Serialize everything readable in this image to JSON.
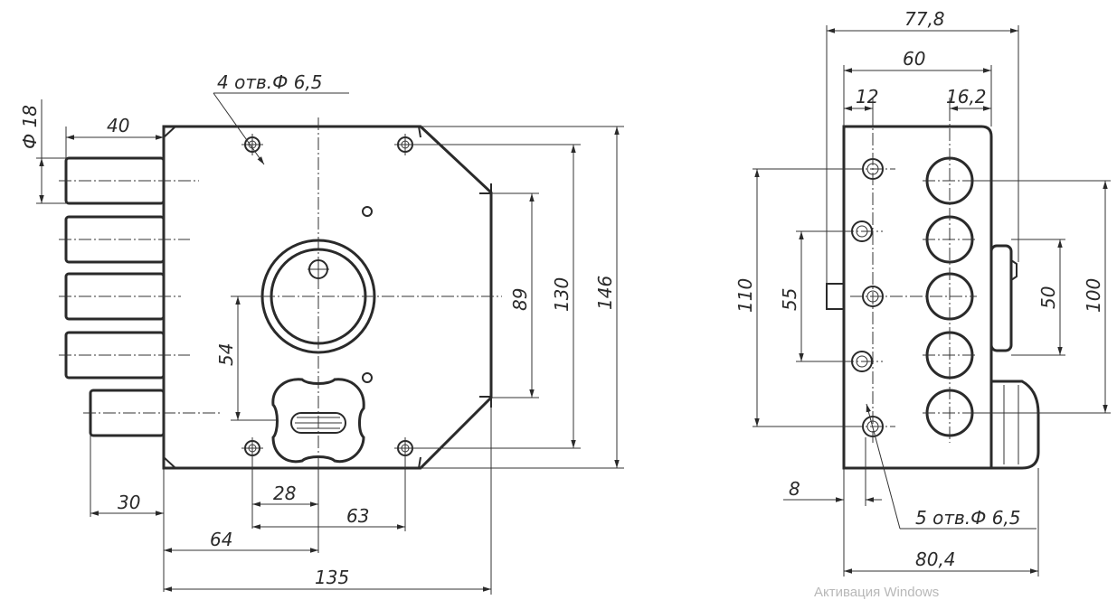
{
  "left_view": {
    "dimensions": {
      "dia_18": "Ф 18",
      "d40": "40",
      "holes_4": "4 отв.Ф 6,5",
      "d89": "89",
      "d130": "130",
      "d146": "146",
      "d54": "54",
      "d28": "28",
      "d63": "63",
      "d30": "30",
      "d64": "64",
      "d135": "135"
    }
  },
  "right_view": {
    "dimensions": {
      "d77_8": "77,8",
      "d60": "60",
      "d12": "12",
      "d16_2": "16,2",
      "d110": "110",
      "d55": "55",
      "d50": "50",
      "d100": "100",
      "d8": "8",
      "holes_5": "5 отв.Ф 6,5",
      "d80_4": "80,4"
    }
  },
  "watermark": "Активация Windows"
}
